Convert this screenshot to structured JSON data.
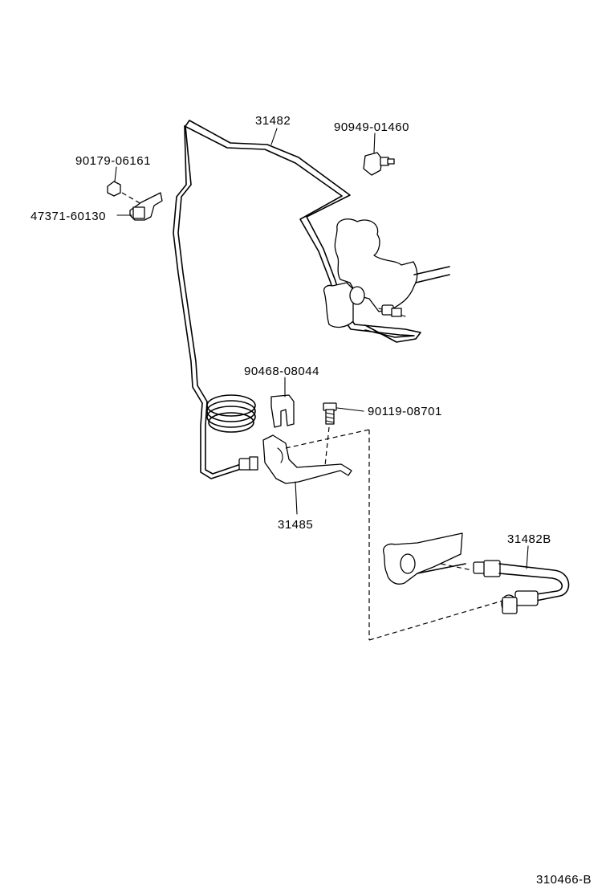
{
  "diagram": {
    "labels": {
      "p31482": "31482",
      "p90949_01460": "90949-01460",
      "p90179_06161": "90179-06161",
      "p47371_60130": "47371-60130",
      "p90468_08044": "90468-08044",
      "p90119_08701": "90119-08701",
      "p31485": "31485",
      "p31482B": "31482B",
      "figure_id": "310466-B"
    }
  }
}
